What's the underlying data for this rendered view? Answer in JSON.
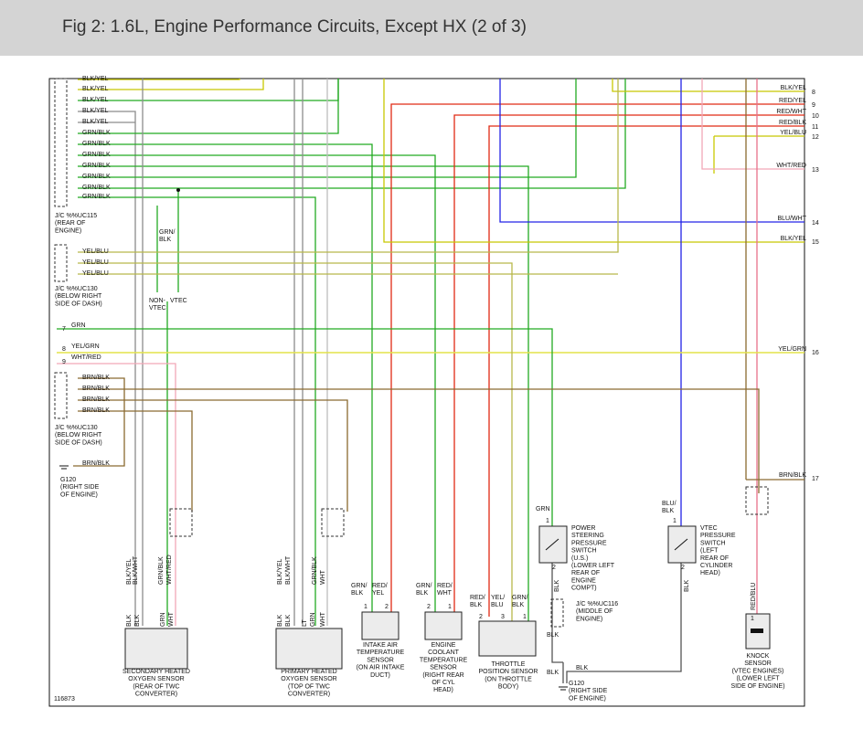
{
  "header": {
    "title": "Fig 2: 1.6L, Engine Performance Circuits, Except HX (2 of 3)"
  },
  "colors": {
    "grn": "#22aa22",
    "ylw": "#c8c800",
    "yelgrn": "#e3e34a",
    "yelblu": "#b8b84a",
    "wht": "#bdbdbd",
    "red": "#e02a14",
    "blu": "#2424e6",
    "redblu": "#e8708a",
    "whtred": "#f2a8b6",
    "brn": "#8a6a30",
    "blk": "#555555",
    "gray": "#8c8c8c"
  },
  "figure_id": "116873",
  "top_wire_labels": [
    {
      "label": "BLK/YEL",
      "num": "8"
    },
    {
      "label": "RED/YEL",
      "num": "9"
    },
    {
      "label": "RED/WHT",
      "num": "10"
    },
    {
      "label": "RED/BLK",
      "num": "11"
    },
    {
      "label": "YEL/BLU",
      "num": "12"
    },
    {
      "label": "WHT/RED",
      "num": "13"
    },
    {
      "label": "BLU/WHT",
      "num": "14"
    },
    {
      "label": "BLK/YEL",
      "num": "15"
    },
    {
      "label": "YEL/GRN",
      "num": "16"
    },
    {
      "label": "BRN/BLK",
      "num": "17"
    }
  ],
  "left_refs": [
    "7",
    "8",
    "9"
  ],
  "jc115": {
    "wires": [
      "BLK/YEL",
      "BLK/YEL",
      "BLK/YEL",
      "BLK/YEL",
      "BLK/YEL",
      "GRN/BLK",
      "GRN/BLK",
      "GRN/BLK",
      "GRN/BLK",
      "GRN/BLK",
      "GRN/BLK",
      "GRN/BLK"
    ],
    "label": [
      "J/C %%UC115",
      "(REAR OF",
      "ENGINE)"
    ]
  },
  "grnblk_tap": [
    "GRN/",
    "BLK"
  ],
  "jc130a": {
    "wires": [
      "YEL/BLU",
      "YEL/BLU",
      "YEL/BLU"
    ],
    "label": [
      "J/C %%UC130",
      "(BELOW RIGHT",
      "SIDE OF DASH)"
    ]
  },
  "nonvtec": {
    "a": [
      "NON-",
      "VTEC"
    ],
    "b": "VTEC"
  },
  "grn_wire": "GRN",
  "yelgrn_wire": "YEL/GRN",
  "whtred_wire": "WHT/RED",
  "jc130b": {
    "wires": [
      "BRN/BLK",
      "BRN/BLK",
      "BRN/BLK",
      "BRN/BLK"
    ],
    "label": [
      "J/C %%UC130",
      "(BELOW RIGHT",
      "SIDE OF DASH)"
    ]
  },
  "ground_brnblk": "BRN/BLK",
  "g120_left": [
    "G120",
    "(RIGHT SIDE",
    "OF ENGINE)"
  ],
  "sec_o2": {
    "vlabels": [
      "BLK/YEL",
      "BLK/WHT",
      "GRN/BLK",
      "WHT/RED"
    ],
    "pins": [
      "BLK",
      "BLK",
      "GRN",
      "WHT"
    ],
    "label": [
      "SECONDARY HEATED",
      "OXYGEN SENSOR",
      "(REAR OF TWC",
      "CONVERTER)"
    ]
  },
  "pri_o2": {
    "vlabels": [
      "BLK/YEL",
      "BLK/WHT",
      "GRN/BLK",
      "WHT"
    ],
    "pins": [
      "BLK",
      "BLK",
      "LT",
      "GRN",
      "WHT"
    ],
    "label": [
      "PRIMARY HEATED",
      "OXYGEN SENSOR",
      "(TOP OF TWC",
      "CONVERTER)"
    ]
  },
  "iat": {
    "w1": [
      "GRN/",
      "BLK"
    ],
    "w2": [
      "RED/",
      "YEL"
    ],
    "pins": [
      "1",
      "2"
    ],
    "label": [
      "INTAKE AIR",
      "TEMPERATURE",
      "SENSOR",
      "(ON AIR INTAKE",
      "DUCT)"
    ]
  },
  "ect": {
    "w1": [
      "GRN/",
      "BLK"
    ],
    "w2": [
      "RED/",
      "WHT"
    ],
    "pins": [
      "2",
      "1"
    ],
    "label": [
      "ENGINE",
      "COOLANT",
      "TEMPERATURE",
      "SENSOR",
      "(RIGHT REAR",
      "OF CYL",
      "HEAD)"
    ]
  },
  "tps": {
    "w1": [
      "RED/",
      "BLK"
    ],
    "w2": [
      "YEL/",
      "BLU"
    ],
    "w3": [
      "GRN/",
      "BLK"
    ],
    "pins": [
      "2",
      "3",
      "1"
    ],
    "label": [
      "THROTTLE",
      "POSITION SENSOR",
      "(ON THROTTLE",
      "BODY)"
    ]
  },
  "psps": {
    "wire_top": "GRN",
    "pin1": "1",
    "pin2": "2",
    "wire_bot": "BLK",
    "label": [
      "POWER",
      "STEERING",
      "PRESSURE",
      "SWITCH",
      "(U.S.)",
      "(LOWER LEFT",
      "REAR OF",
      "ENGINE",
      "COMPT)"
    ]
  },
  "jc116": {
    "wire": "BLK",
    "label": [
      "J/C %%UC116",
      "(MIDDLE OF",
      "ENGINE)"
    ]
  },
  "g120_bottom": {
    "wire1": "BLK",
    "wire2": "BLK",
    "label": [
      "G120",
      "(RIGHT SIDE",
      "OF ENGINE)"
    ]
  },
  "vtec": {
    "wire_top": [
      "BLU/",
      "BLK"
    ],
    "pin1": "1",
    "pin2": "2",
    "wire_bot": "BLK",
    "label": [
      "VTEC",
      "PRESSURE",
      "SWITCH",
      "(LEFT",
      "REAR OF",
      "CYLINDER",
      "HEAD)"
    ]
  },
  "knock": {
    "wire": "RED/BLU",
    "pin": "1",
    "label": [
      "KNOCK",
      "SENSOR",
      "(VTEC ENGINES)",
      "(LOWER LEFT",
      "SIDE OF ENGINE)"
    ]
  }
}
